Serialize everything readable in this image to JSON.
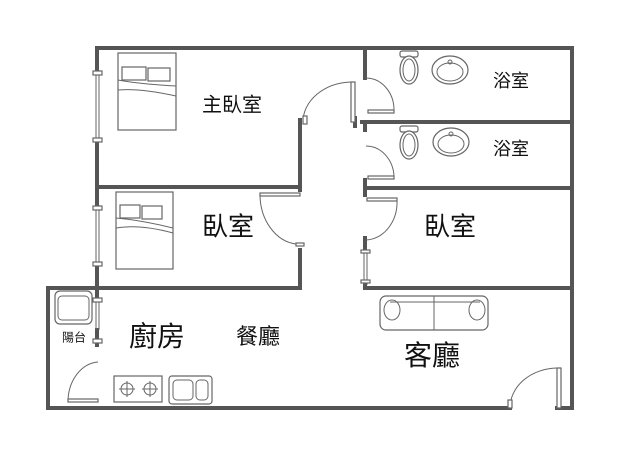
{
  "floor_plan": {
    "rooms": {
      "master_bedroom": "主臥室",
      "bedroom_left": "臥室",
      "bedroom_right": "臥室",
      "bathroom_1": "浴室",
      "bathroom_2": "浴室",
      "kitchen": "廚房",
      "dining": "餐廳",
      "living": "客廳",
      "balcony": "陽台"
    },
    "colors": {
      "wall": "#555555",
      "fixture": "#666666"
    }
  }
}
